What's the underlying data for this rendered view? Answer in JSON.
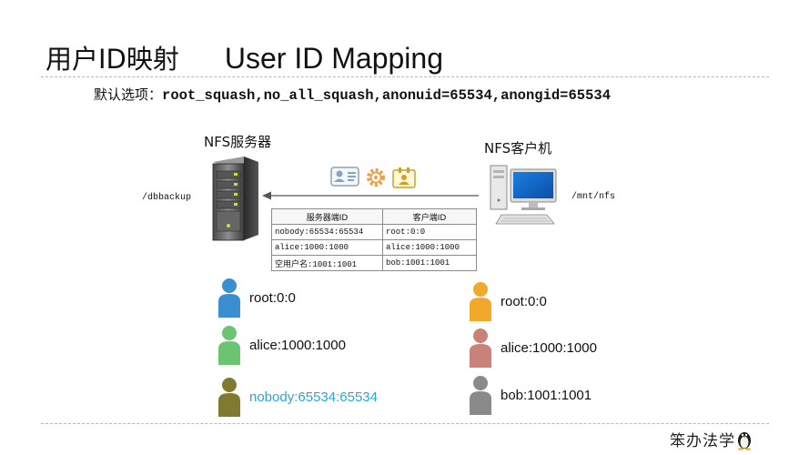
{
  "title": {
    "cn": "用户ID映射",
    "en": "User ID Mapping"
  },
  "defaults": {
    "label": "默认选项：",
    "value": "root_squash,no_all_squash,anonuid=65534,anongid=65534"
  },
  "server": {
    "title": "NFS服务器",
    "path": "/dbbackup"
  },
  "client": {
    "title": "NFS客户机",
    "path": "/mnt/nfs"
  },
  "table": {
    "headers": [
      "服务器端ID",
      "客户端ID"
    ],
    "rows": [
      {
        "server": "nobody:65534:65534",
        "client": "root:0:0"
      },
      {
        "server": "alice:1000:1000",
        "client": "alice:1000:1000"
      },
      {
        "server_prefix": "空用户名",
        "server": ":1001:1001",
        "client": "bob:1001:1001"
      }
    ]
  },
  "server_users": [
    {
      "label": "root:0:0",
      "color": "#3a8fd0"
    },
    {
      "label": "alice:1000:1000",
      "color": "#6bc46f"
    },
    {
      "label": "nobody:65534:65534",
      "color": "#7f7a30",
      "text_color": "#2aa7d8"
    }
  ],
  "client_users": [
    {
      "label": "root:0:0",
      "color": "#f0a92a"
    },
    {
      "label": "alice:1000:1000",
      "color": "#c9827a"
    },
    {
      "label": "bob:1001:1001",
      "color": "#8a8a8a"
    }
  ],
  "brand": {
    "text": "笨办法学"
  },
  "icons": {
    "server": "server-tower-icon",
    "client": "desktop-computer-icon",
    "id_card": "id-card-icon",
    "gear": "gear-icon",
    "badge": "user-badge-icon",
    "brand": "penguin-icon"
  }
}
